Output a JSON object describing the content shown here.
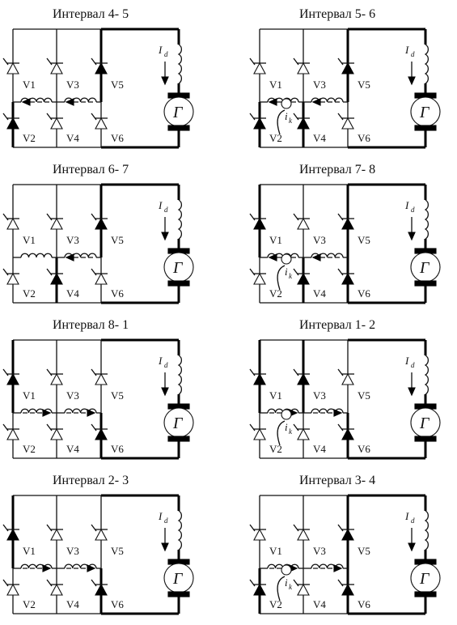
{
  "diagram": {
    "panels": [
      {
        "title": "Интервал 4-  5",
        "active": [
          "V2",
          "V5"
        ],
        "coil1_current": true,
        "coil2_current": true,
        "arrow_dir": "left",
        "ik": false
      },
      {
        "title": "Интервал 5-  6",
        "active": [
          "V2",
          "V4",
          "V5"
        ],
        "coil1_current": true,
        "coil2_current": true,
        "arrow_dir": "left",
        "ik": true
      },
      {
        "title": "Интервал 6-  7",
        "active": [
          "V4",
          "V5"
        ],
        "coil1_current": false,
        "coil2_current": true,
        "arrow_dir": "left",
        "ik": false
      },
      {
        "title": "Интервал 7-  8",
        "active": [
          "V1",
          "V4",
          "V5",
          "V6"
        ],
        "coil1_current": true,
        "coil2_current": true,
        "arrow_dir": "left",
        "ik": true
      },
      {
        "title": "Интервал 8-  1",
        "active": [
          "V1",
          "V6"
        ],
        "coil1_current": true,
        "coil2_current": true,
        "arrow_dir": "right",
        "ik": false
      },
      {
        "title": "Интервал 1-  2",
        "active": [
          "V1",
          "V3",
          "V6"
        ],
        "coil1_current": true,
        "coil2_current": true,
        "arrow_dir": "right",
        "ik": true
      },
      {
        "title": "Интервал 2-  3",
        "active": [
          "V1",
          "V6"
        ],
        "coil1_current": true,
        "coil2_current": true,
        "arrow_dir": "right",
        "ik": false
      },
      {
        "title": "Интервал 3-  4",
        "active": [
          "V2",
          "V5",
          "V6"
        ],
        "coil1_current": true,
        "coil2_current": true,
        "arrow_dir": "right",
        "ik": true
      }
    ],
    "labels": {
      "v1": "V1",
      "v2": "V2",
      "v3": "V3",
      "v4": "V4",
      "v5": "V5",
      "v6": "V6",
      "current_symbol": "I",
      "current_sub": "d",
      "commutation_symbol": "i",
      "commutation_sub": "k",
      "generator": "Г"
    }
  }
}
